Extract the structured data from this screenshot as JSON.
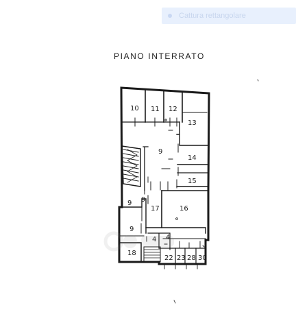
{
  "overlay": {
    "capture_label": "Cattura rettangolare"
  },
  "plan": {
    "title": "PIANO INTERRATO",
    "rooms": {
      "r10": "10",
      "r11": "11",
      "r12": "12",
      "r13": "13",
      "r9_corridor": "9",
      "r14": "14",
      "r15": "15",
      "r9_left": "9",
      "r9_mid": "9",
      "r17": "17",
      "r16": "16",
      "r9_lower": "9",
      "r4_a": "4",
      "r4_b": "4",
      "r18": "18",
      "r22": "22",
      "r23": "23",
      "r28": "28",
      "r30": "30"
    }
  },
  "colors": {
    "ink": "#1a1a1a",
    "overlay_bg": "#e8f0fd"
  }
}
